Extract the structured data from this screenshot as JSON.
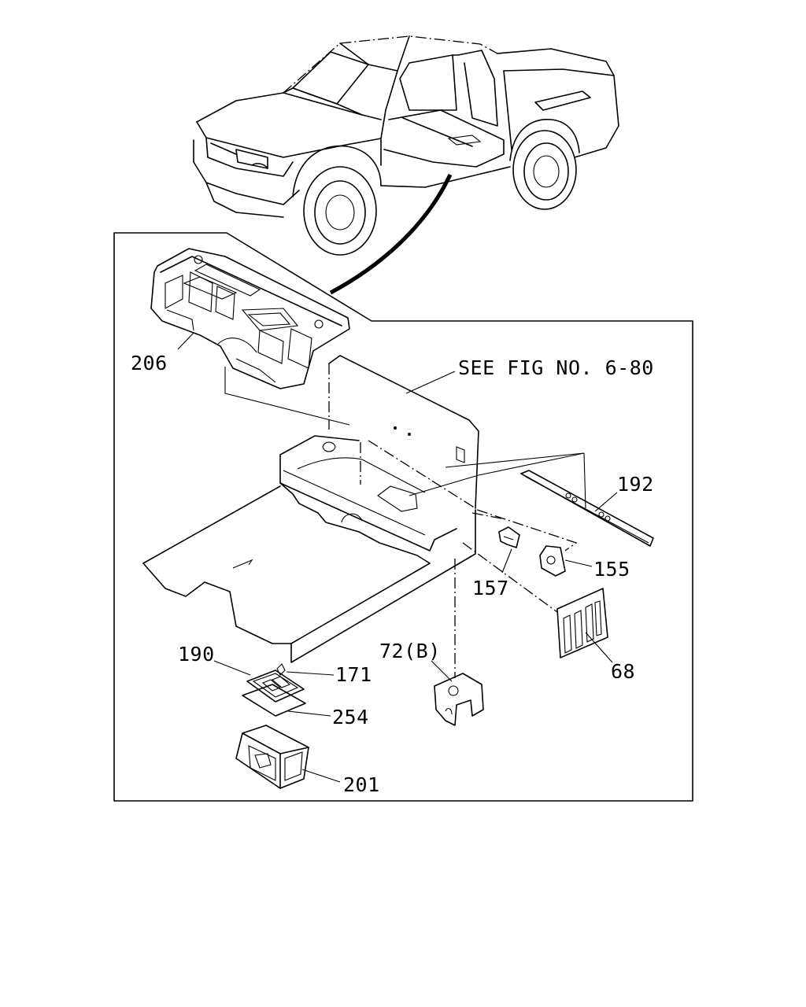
{
  "callouts": {
    "ref_note": "SEE FIG NO. 6-80",
    "p206": "206",
    "p192": "192",
    "p155": "155",
    "p157": "157",
    "p68": "68",
    "p72b": "72(B)",
    "p190": "190",
    "p171": "171",
    "p254": "254",
    "p201": "201"
  },
  "icons": {
    "vehicle": "pickup-truck-outline-icon",
    "floor": "cab-floor-panel-icon",
    "insulator_front": "dash-insulator-icon",
    "rail": "floor-rail-icon",
    "bracket": "bracket-icon",
    "clip": "clip-icon",
    "plate": "floor-plate-icon",
    "lid": "tray-lid-icon",
    "box": "storage-box-icon"
  }
}
